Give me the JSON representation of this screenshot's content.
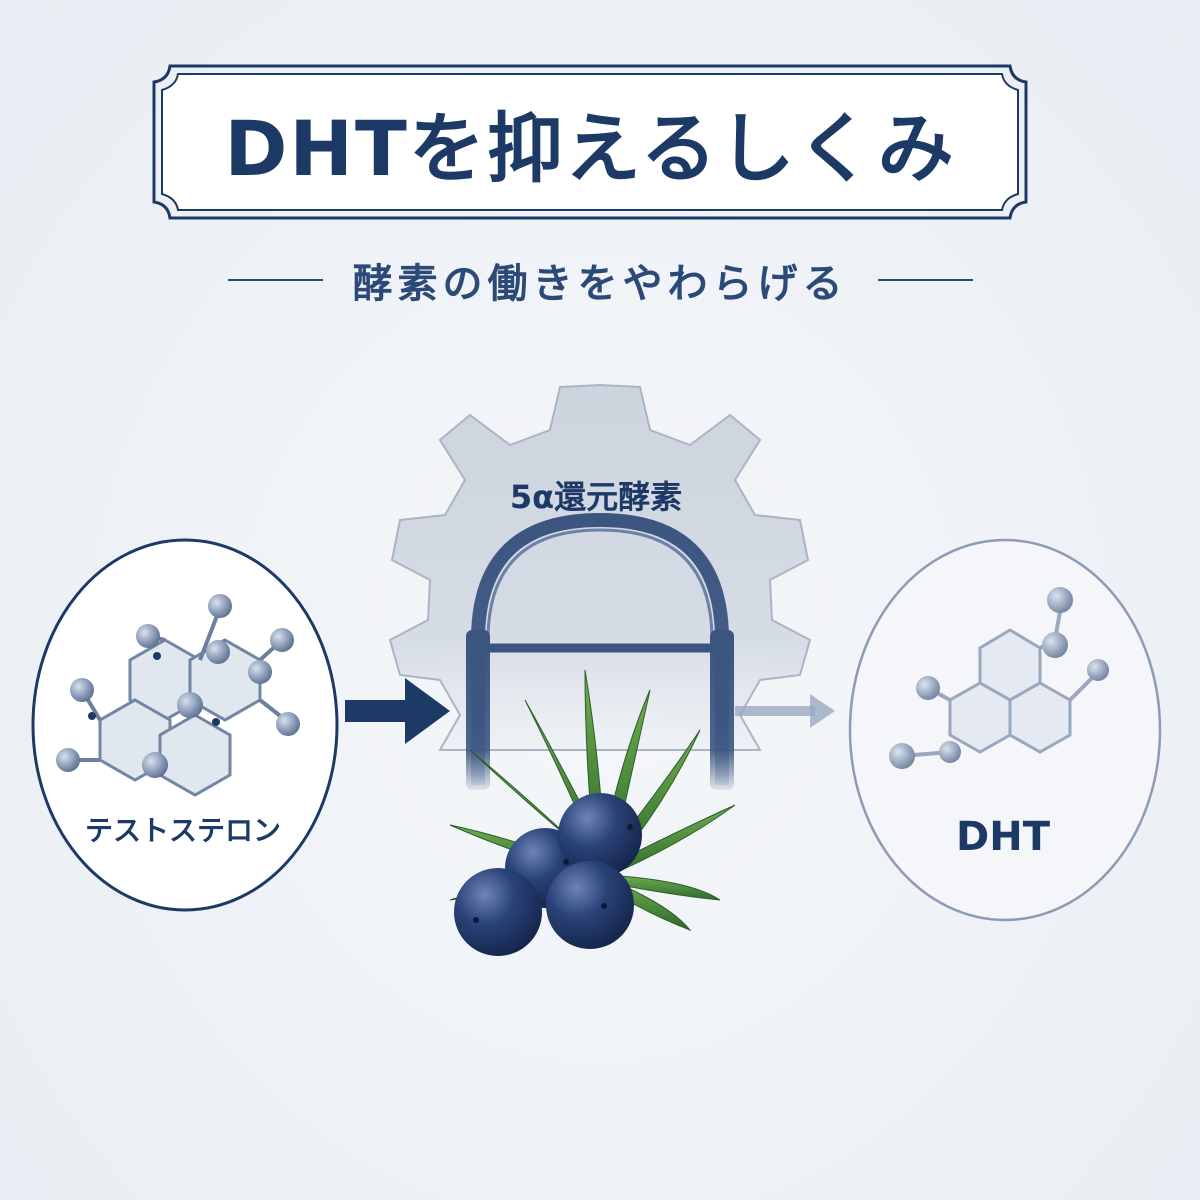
{
  "title": "DHTを抑えるしくみ",
  "subtitle": "酵素の働きをやわらげる",
  "input": {
    "label": "テストステロン"
  },
  "enzyme": {
    "label": "5α還元酵素"
  },
  "output": {
    "label": "DHT"
  },
  "colors": {
    "navy": "#1d3a66",
    "mid_blue": "#2c4a78",
    "gear_gray": "#c3cbd6",
    "hexagon_fill": "#dce3ec",
    "atom": "#8a9cb7",
    "leaf_green": "#4c8a3a",
    "berry": "#1f3566",
    "faded_arrow": "#9aaac2"
  }
}
